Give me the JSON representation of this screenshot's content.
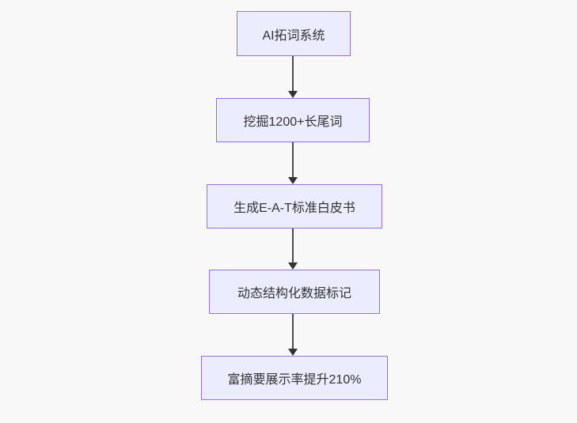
{
  "diagram": {
    "type": "flowchart",
    "direction": "top-down",
    "nodes": [
      {
        "id": "n1",
        "label": "AI拓词系统"
      },
      {
        "id": "n2",
        "label": "挖掘1200+长尾词"
      },
      {
        "id": "n3",
        "label": "生成E-A-T标准白皮书"
      },
      {
        "id": "n4",
        "label": "动态结构化数据标记"
      },
      {
        "id": "n5",
        "label": "富摘要展示率提升210%"
      }
    ],
    "edges": [
      {
        "from": "n1",
        "to": "n2"
      },
      {
        "from": "n2",
        "to": "n3"
      },
      {
        "from": "n3",
        "to": "n4"
      },
      {
        "from": "n4",
        "to": "n5"
      }
    ],
    "colors": {
      "background": "#f8f8f8",
      "node_fill": "#ECECFF",
      "node_border": "#9370DB",
      "node_text": "#333333",
      "arrow": "#333333"
    }
  }
}
